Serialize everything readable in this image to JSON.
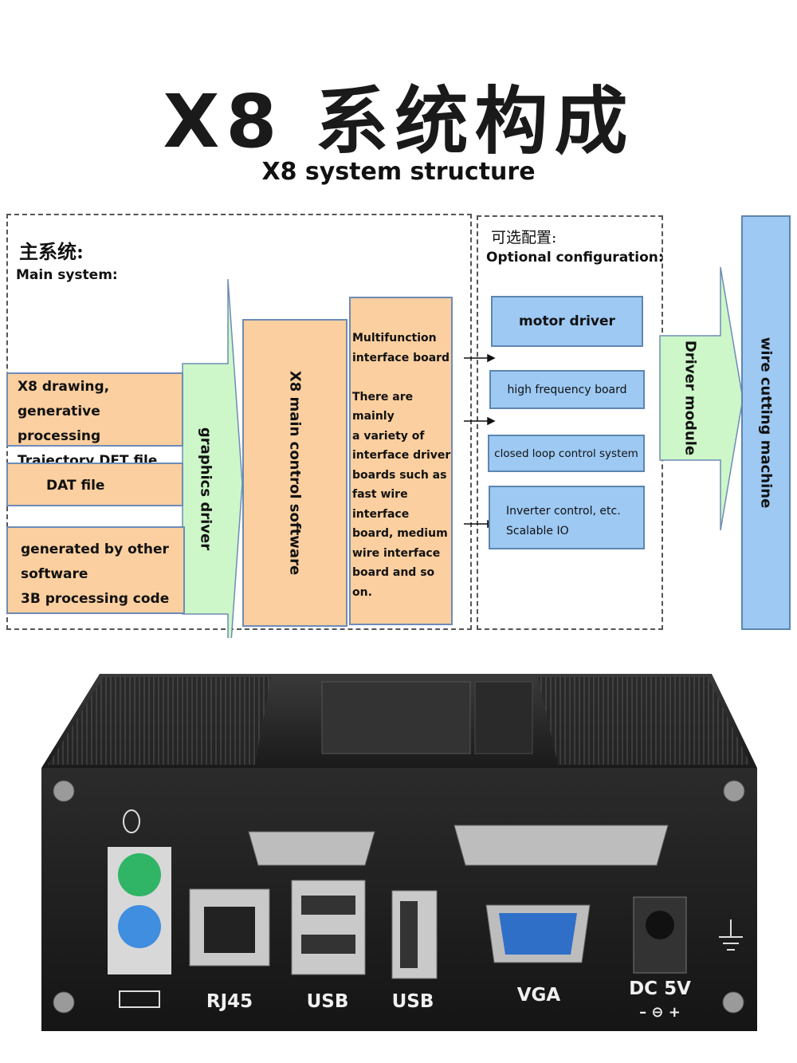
{
  "title": {
    "cn": "X8 系统构成",
    "en": "X8 system structure"
  },
  "main_system": {
    "label_cn": "主系统:",
    "label_en": "Main system:",
    "inputs": [
      [
        "X8 drawing,",
        "generative processing",
        "Trajectory DFT file"
      ],
      [
        "DAT file"
      ],
      [
        "generated by other",
        "software",
        "3B processing code"
      ]
    ],
    "graphics_driver": "graphics driver",
    "main_control": "X8 main control software",
    "interface_board": [
      "Multifunction",
      "interface board",
      "",
      "There are mainly",
      "a variety of",
      "interface driver",
      "boards such as",
      "fast wire interface",
      "board, medium",
      "wire interface",
      "board and so on."
    ]
  },
  "optional": {
    "label_cn": "可选配置:",
    "label_en": "Optional configuration:",
    "items": [
      "motor driver",
      "high frequency board",
      "closed loop control system",
      "Inverter control, etc.",
      "Scalable IO"
    ]
  },
  "driver_module": "Driver module",
  "wire_cutting_machine": "wire cutting machine",
  "device": {
    "ports": [
      "RJ45",
      "USB",
      "USB",
      "VGA",
      "DC 5V"
    ],
    "dc_polarity": "– ⊖ +"
  },
  "colors": {
    "orange": "#fbcf9f",
    "blue": "#9dc9f3",
    "green_arrow": "#cdf7c8",
    "ps2_green": "#2fb565",
    "ps2_blue": "#3f8ee0",
    "vga_blue": "#2f6fc7"
  }
}
